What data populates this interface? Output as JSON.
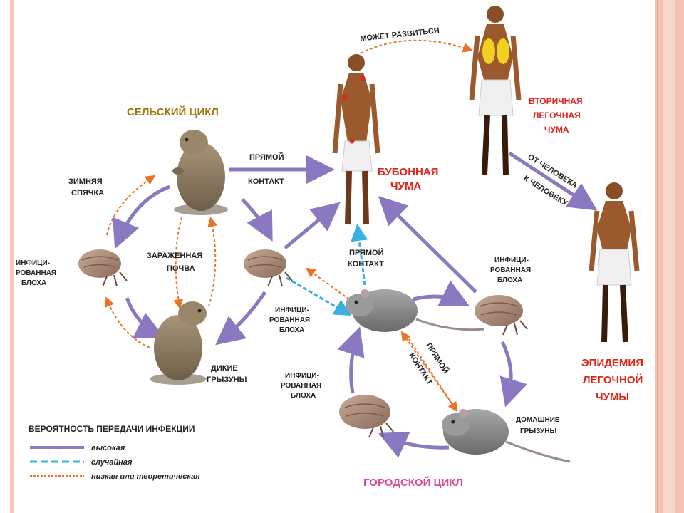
{
  "cycles": {
    "rural": "СЕЛЬСКИЙ ЦИКЛ",
    "urban": "ГОРОДСКОЙ ЦИКЛ"
  },
  "labels": {
    "hibernation": [
      "ЗИМНЯЯ",
      "СПЯЧКА"
    ],
    "contaminated_soil": [
      "ЗАРАЖЕННАЯ",
      "ПОЧВА"
    ],
    "infected_flea": [
      "ИНФИЦИ-",
      "РОВАННАЯ",
      "БЛОХА"
    ],
    "wild_rodents": [
      "ДИКИЕ",
      "ГРЫЗУНЫ"
    ],
    "domestic_rodents": [
      "ДОМАШНИЕ",
      "ГРЫЗУНЫ"
    ],
    "direct_contact": [
      "ПРЯМОЙ",
      "КОНТАКТ"
    ],
    "may_develop": "МОЖЕТ РАЗВИТЬСЯ",
    "person_to_person": [
      "ОТ ЧЕЛОВЕКА",
      "К ЧЕЛОВЕКУ"
    ],
    "direct_contact_diag": [
      "ПРЯМОЙ",
      "КОНТАКТ"
    ]
  },
  "outcomes": {
    "bubonic": [
      "БУБОННАЯ",
      "ЧУМА"
    ],
    "secondary_pneumonic": [
      "ВТОРИЧНАЯ",
      "ЛЕГОЧНАЯ",
      "ЧУМА"
    ],
    "pneumonic_epidemic": [
      "ЭПИДЕМИЯ",
      "ЛЕГОЧНОЙ",
      "ЧУМЫ"
    ]
  },
  "legend": {
    "title": "ВЕРОЯТНОСТЬ ПЕРЕДАЧИ ИНФЕКЦИИ",
    "items": [
      {
        "label": "высокая",
        "color": "#8a78c0",
        "style": "solid"
      },
      {
        "label": "случайная",
        "color": "#38b0e0",
        "style": "dashed"
      },
      {
        "label": "низкая или теоретическая",
        "color": "#e8742a",
        "style": "dotted"
      }
    ]
  },
  "colors": {
    "high": "#8a78c0",
    "random": "#38b0e0",
    "low": "#e8742a",
    "skin": "#9a5a2e",
    "cloth": "#f0f0f0",
    "rodent_wild": "#8a7a62",
    "rodent_domestic": "#8a8a8a",
    "flea": "#a08070"
  }
}
